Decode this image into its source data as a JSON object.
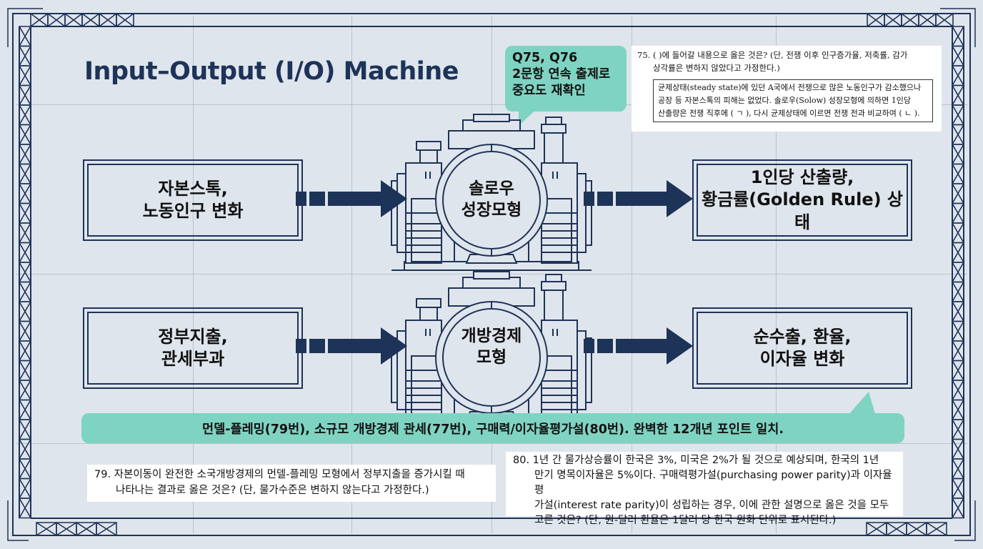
{
  "header": {
    "title": "Input–Output (I/O) Machine"
  },
  "callout_top": {
    "text": "Q75, Q76\n2문항 연속 출제로\n중요도 재확인"
  },
  "question_75": {
    "number": "75.",
    "stem": "(      )에 들어갈 내용으로 옳은 것은? (단, 전쟁 이후 인구증가율, 저축률, 감가상각률은 변하지 않았다고 가정한다.)",
    "stem_line1": "75. (      )에 들어갈 내용으로 옳은 것은? (단, 전쟁 이후 인구증가율, 저축률, 감가",
    "stem_line2": "상각률은 변하지 않았다고 가정한다.)",
    "box_line1": "균제상태(steady state)에 있던 A국에서 전쟁으로 많은 노동인구가 감소했으나",
    "box_line2": "공장 등 자본스톡의 피해는 없었다. 솔로우(Solow) 성장모형에 의하면 1인당",
    "box_line3": "산출량은 전쟁 직후에 ( ㄱ ), 다시 균제상태에 이르면 전쟁 전과 비교하여 ( ㄴ )."
  },
  "rows": [
    {
      "input": "자본스톡,\n노동인구 변화",
      "machine": "솔로우\n성장모형",
      "output": "1인당 산출량,\n황금률(Golden Rule) 상태"
    },
    {
      "input": "정부지출,\n관세부과",
      "machine": "개방경제\n모형",
      "output": "순수출, 환율,\n이자율 변화"
    }
  ],
  "callout_bottom": {
    "text": "먼델-플레밍(79번), 소규모 개방경제 관세(77번), 구매력/이자율평가설(80번). 완벽한 12개년 포인트 일치."
  },
  "question_79": {
    "line1": "79. 자본이동이 완전한 소국개방경제의 먼델-플레밍 모형에서 정부지출을 증가시킬 때",
    "line2": "나타나는 결과로 옳은 것은? (단, 물가수준은 변하지 않는다고 가정한다.)"
  },
  "question_80": {
    "line1": "80. 1년 간 물가상승률이 한국은 3%, 미국은 2%가 될 것으로 예상되며, 한국의 1년",
    "line2": "만기 명목이자율은 5%이다. 구매력평가설(purchasing power parity)과 이자율평",
    "line3": "가설(interest rate parity)이 성립하는 경우, 이에 관한 설명으로 옳은 것을 모두",
    "line4": "고른 것은? (단, 원-달러 환율은 1달러 당 한국 원화 단위로 표시된다.)"
  },
  "colors": {
    "background": "#dfe5ec",
    "navy": "#1e3358",
    "teal_callout": "#7fd3c2",
    "grid": "#b9c2cc"
  }
}
